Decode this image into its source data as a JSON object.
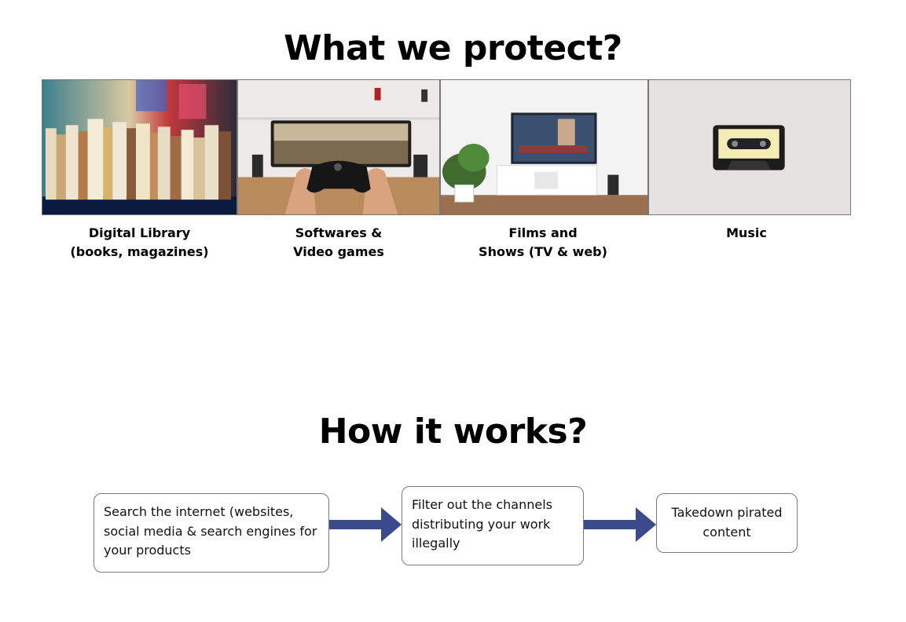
{
  "protect": {
    "title": "What we protect?",
    "categories": [
      {
        "line1": "Digital Library",
        "line2": "(books, magazines)",
        "icon": "books-photo"
      },
      {
        "line1": "Softwares &",
        "line2": "Video games",
        "icon": "gaming-setup-photo"
      },
      {
        "line1": "Films and",
        "line2": "Shows (TV & web)",
        "icon": "tv-room-photo"
      },
      {
        "line1": "Music",
        "line2": "",
        "icon": "cassette-tape-photo"
      }
    ]
  },
  "works": {
    "title": "How it works?",
    "steps": [
      {
        "text": "Search the internet (websites, social media & search engines for your products"
      },
      {
        "text": "Filter out the channels distributing your work illegally"
      },
      {
        "text": "Takedown pirated content"
      }
    ]
  },
  "colors": {
    "arrow": "#3b4a8c",
    "border": "#7a7a7a"
  }
}
